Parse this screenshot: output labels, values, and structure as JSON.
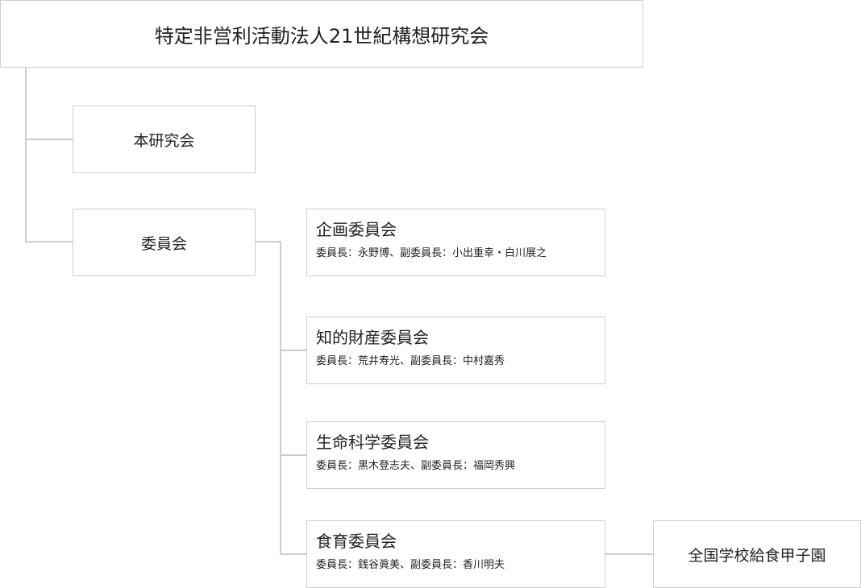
{
  "root": {
    "title": "特定非営利活動法人21世紀構想研究会"
  },
  "branches": [
    {
      "label": "本研究会"
    },
    {
      "label": "委員会"
    }
  ],
  "committees": [
    {
      "name": "企画委員会",
      "members": "委員長：永野博、副委員長：小出重幸・白川展之"
    },
    {
      "name": "知的財産委員会",
      "members": "委員長：荒井寿光、副委員長：中村嘉秀"
    },
    {
      "name": "生命科学委員会",
      "members": "委員長：黒木登志夫、副委員長：福岡秀興"
    },
    {
      "name": "食育委員会",
      "members": "委員長：銭谷眞美、副委員長：香川明夫"
    }
  ],
  "sub_unit": {
    "label": "全国学校給食甲子園"
  },
  "colors": {
    "line": "#cccccc",
    "border": "#cfcfcf"
  }
}
